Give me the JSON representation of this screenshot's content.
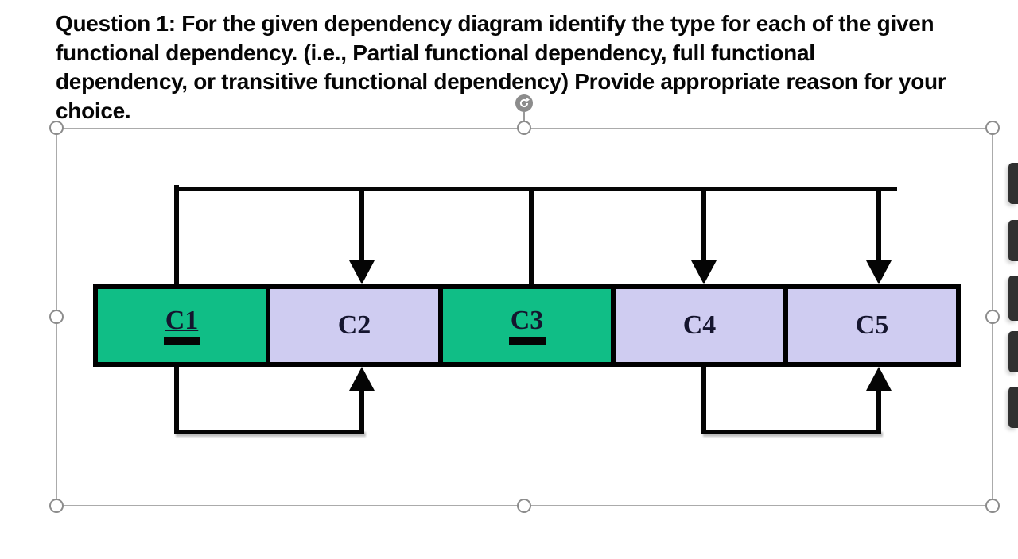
{
  "question": {
    "lines": [
      "Question 1: For the given dependency diagram identify the type for each of the given",
      "functional dependency. (i.e., Partial functional dependency, full functional",
      "dependency, or transitive functional dependency) Provide appropriate reason for your",
      "choice."
    ]
  },
  "diagram": {
    "boxes": [
      {
        "label": "C1",
        "key": true
      },
      {
        "label": "C2",
        "key": false
      },
      {
        "label": "C3",
        "key": true
      },
      {
        "label": "C4",
        "key": false
      },
      {
        "label": "C5",
        "key": false
      }
    ],
    "dependencies": [
      {
        "determinant": [
          "C1",
          "C3"
        ],
        "dependents": [
          "C2",
          "C4",
          "C5"
        ],
        "side": "top"
      },
      {
        "determinant": [
          "C1"
        ],
        "dependents": [
          "C2"
        ],
        "side": "bottom"
      },
      {
        "determinant": [
          "C4"
        ],
        "dependents": [
          "C5"
        ],
        "side": "bottom"
      }
    ],
    "colors": {
      "key_box": "#10BE86",
      "nonkey_box": "#CFCCF1",
      "line": "#050505",
      "label": "#15152E"
    }
  },
  "selection": {
    "handles": [
      "top-left",
      "top-center",
      "top-right",
      "middle-left",
      "middle-right",
      "bottom-left",
      "bottom-center",
      "bottom-right"
    ],
    "rotation_handle": true
  }
}
